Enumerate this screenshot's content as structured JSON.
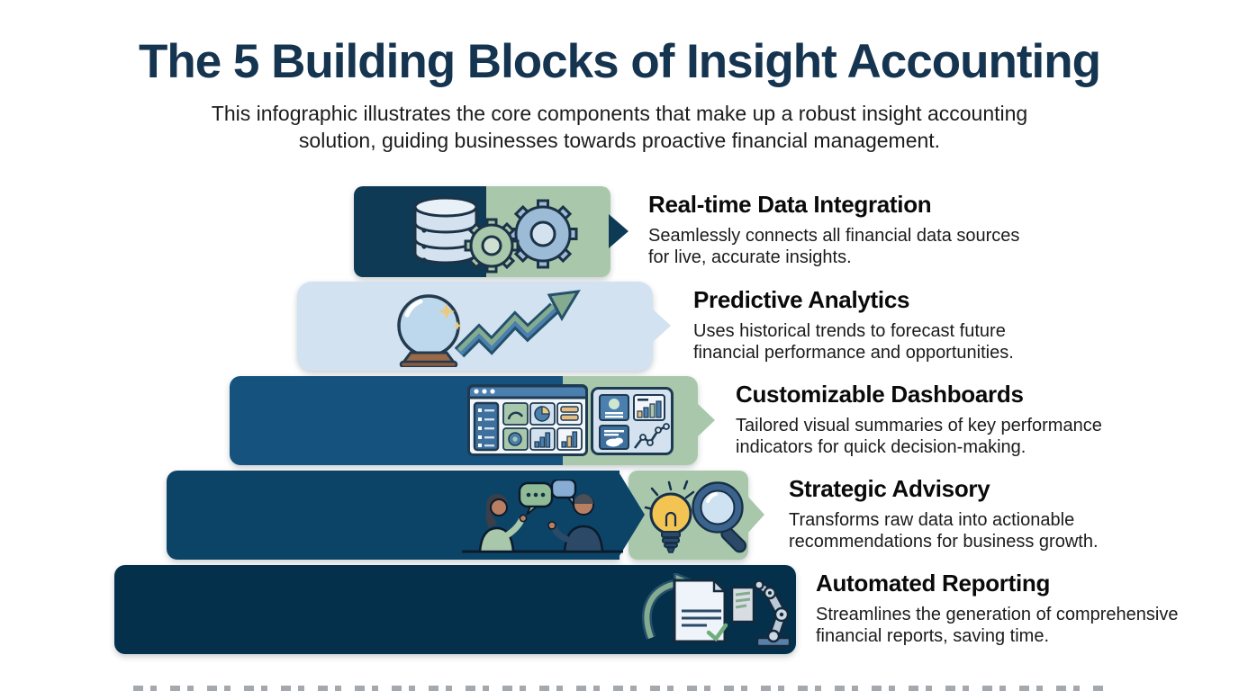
{
  "header": {
    "title": "The 5 Building Blocks of Insight Accounting",
    "subtitle_line1": "This infographic illustrates the core components that make up a robust insight accounting",
    "subtitle_line2": "solution, guiding businesses towards proactive financial management."
  },
  "colors": {
    "title_navy": "#153450",
    "block1_navy": "#0e3a55",
    "sage_green": "#a9c8ab",
    "light_blue": "#d2e2f1",
    "block3_blue": "#15527d",
    "block4_navy": "#0c4468",
    "block5_navy": "#05304b",
    "accent_gold": "#f4c452",
    "body_text": "#1b1b1b"
  },
  "blocks": [
    {
      "title": "Real-time Data Integration",
      "desc_line1": "Seamlessly connects all financial data sources",
      "desc_line2": "for live, accurate insights.",
      "icons": [
        "database-icon",
        "gears-icon"
      ]
    },
    {
      "title": "Predictive Analytics",
      "desc_line1": "Uses historical trends to forecast future",
      "desc_line2": "financial performance and opportunities.",
      "icons": [
        "crystal-ball-icon",
        "growth-arrow-icon"
      ]
    },
    {
      "title": "Customizable Dashboards",
      "desc_line1": "Tailored visual summaries of key performance",
      "desc_line2": "indicators for quick decision-making.",
      "icons": [
        "dashboard-window-icon",
        "widgets-panel-icon"
      ]
    },
    {
      "title": "Strategic Advisory",
      "desc_line1": "Transforms raw data into actionable",
      "desc_line2": "recommendations for business growth.",
      "icons": [
        "conversation-icon",
        "lightbulb-icon",
        "magnifier-icon"
      ]
    },
    {
      "title": "Automated Reporting",
      "desc_line1": "Streamlines the generation of comprehensive",
      "desc_line2": "financial reports, saving time.",
      "icons": [
        "document-refresh-icon",
        "robot-arm-icon"
      ]
    }
  ]
}
